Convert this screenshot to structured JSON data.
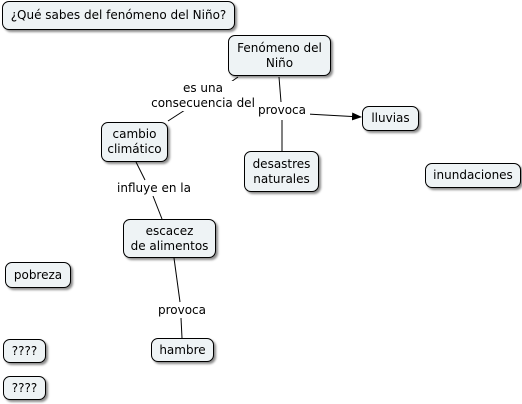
{
  "title": "¿Qué sabes del fenómeno del Niño?",
  "nodes": {
    "fenomeno": "Fenómeno del\nNiño",
    "lluvias": "lluvias",
    "cambio": "cambio\nclimático",
    "desastres": "desastres\nnaturales",
    "inundaciones": "inundaciones",
    "escacez": "escacez\nde alimentos",
    "pobreza": "pobreza",
    "hambre": "hambre",
    "q1": "????",
    "q2": "????"
  },
  "link_labels": {
    "consecuencia": "es una\nconsecuencia del",
    "provoca_top": "provoca",
    "influye": "influye en la",
    "provoca_bottom": "provoca"
  },
  "colors": {
    "node_fill": "#eef3f5",
    "node_border": "#000000",
    "link": "#000000"
  }
}
